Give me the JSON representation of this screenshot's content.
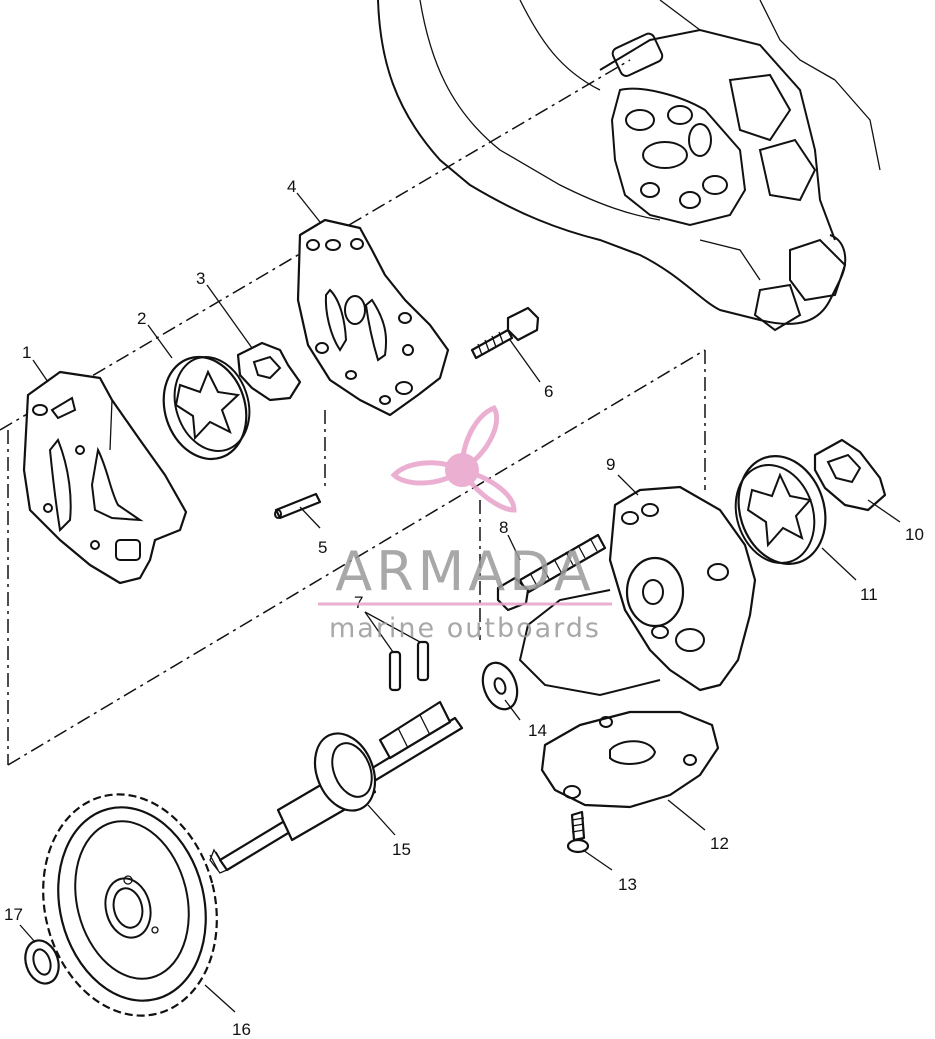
{
  "diagram": {
    "callouts": [
      {
        "id": "1",
        "text": "1"
      },
      {
        "id": "2",
        "text": "2"
      },
      {
        "id": "3",
        "text": "3"
      },
      {
        "id": "4",
        "text": "4"
      },
      {
        "id": "5",
        "text": "5"
      },
      {
        "id": "6",
        "text": "6"
      },
      {
        "id": "7",
        "text": "7"
      },
      {
        "id": "8",
        "text": "8"
      },
      {
        "id": "9",
        "text": "9"
      },
      {
        "id": "10",
        "text": "10"
      },
      {
        "id": "11",
        "text": "11"
      },
      {
        "id": "12",
        "text": "12"
      },
      {
        "id": "13",
        "text": "13"
      },
      {
        "id": "14",
        "text": "14"
      },
      {
        "id": "15",
        "text": "15"
      },
      {
        "id": "16",
        "text": "16"
      },
      {
        "id": "17",
        "text": "17"
      }
    ]
  },
  "watermark": {
    "brand": "ARMADA",
    "tagline": "marine outboards",
    "color_pink": "#e8a3c9",
    "color_grey": "#9a9a9a"
  }
}
